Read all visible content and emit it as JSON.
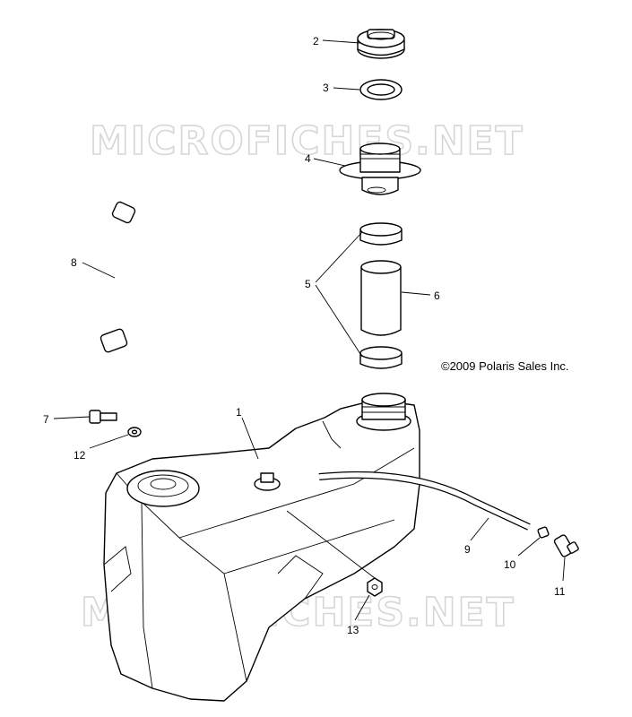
{
  "watermark": "MICROFICHES.NET",
  "copyright": "©2009 Polaris Sales Inc.",
  "callouts": [
    {
      "id": "1",
      "label": "1"
    },
    {
      "id": "2",
      "label": "2"
    },
    {
      "id": "3",
      "label": "3"
    },
    {
      "id": "4",
      "label": "4"
    },
    {
      "id": "5",
      "label": "5"
    },
    {
      "id": "6",
      "label": "6"
    },
    {
      "id": "7",
      "label": "7"
    },
    {
      "id": "8",
      "label": "8"
    },
    {
      "id": "9",
      "label": "9"
    },
    {
      "id": "10",
      "label": "10"
    },
    {
      "id": "11",
      "label": "11"
    },
    {
      "id": "12",
      "label": "12"
    },
    {
      "id": "13",
      "label": "13"
    }
  ]
}
